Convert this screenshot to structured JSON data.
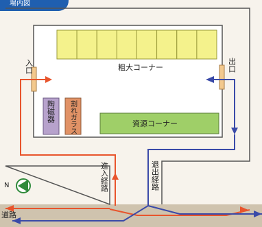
{
  "header": {
    "title": "場内図"
  },
  "areas": {
    "sodai": "粗大コーナー",
    "shigen": "資源コーナー",
    "toji": "陶磁器",
    "waregarasu": "割れガラス"
  },
  "gates": {
    "entrance": "入口",
    "exit": "出口"
  },
  "routes": {
    "in_route": "進入経路",
    "out_route": "退出経路"
  },
  "road": {
    "label": "道路"
  },
  "compass": {
    "north": "N"
  },
  "colors": {
    "in_route": "#e8542c",
    "out_route": "#3a4aa8",
    "sodai_fill": "#f4f28c",
    "shigen_fill": "#9fcf68",
    "toji_fill": "#b7a2cc",
    "waregarasu_fill": "#e19266",
    "header_fill": "#1f5fb0",
    "road_fill": "#cfc3ae",
    "gate_fill": "#f3c98e"
  },
  "counts": {
    "sodai_bays": 8
  }
}
